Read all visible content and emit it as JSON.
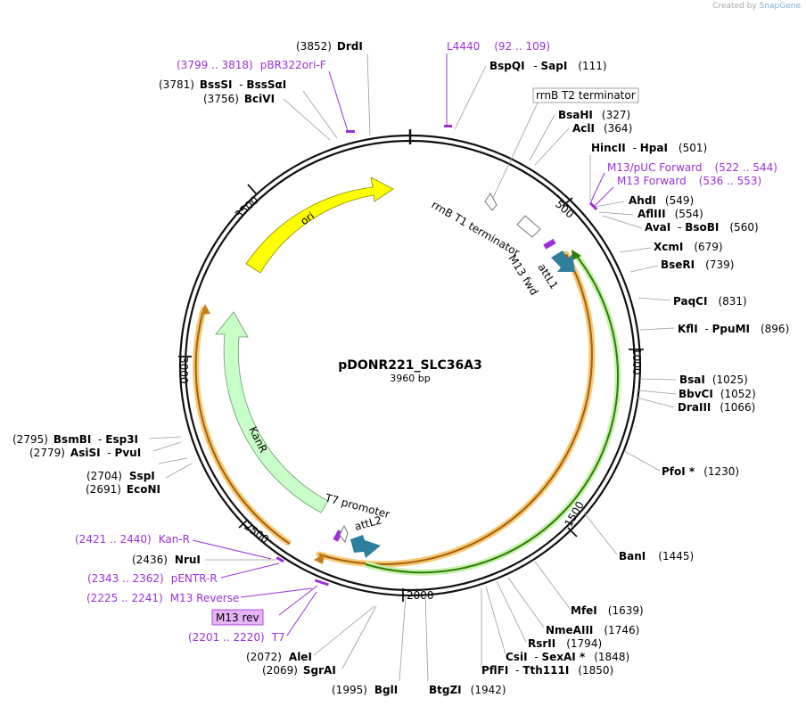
{
  "credit": {
    "created_by": "Created by",
    "brand": "SnapGene"
  },
  "plasmid": {
    "name": "pDONR221_SLC36A3",
    "size_label": "3960 bp",
    "length": 3960
  },
  "ticks": [
    "500",
    "1000",
    "1500",
    "2000",
    "2500",
    "3000",
    "3500"
  ],
  "enzymes": [
    {
      "name": "DrdI",
      "pos": "(3852)"
    },
    {
      "name": "BspQI",
      "pos": "(111)",
      "name2": "SapI"
    },
    {
      "name": "BssSI",
      "pos": "(3781)",
      "name2": "BssSαI"
    },
    {
      "name": "BciVI",
      "pos": "(3756)"
    },
    {
      "name": "BsaHI",
      "pos": "(327)"
    },
    {
      "name": "AclI",
      "pos": "(364)"
    },
    {
      "name": "HincII",
      "pos": "(501)",
      "name2": "HpaI"
    },
    {
      "name": "AhdI",
      "pos": "(549)"
    },
    {
      "name": "AflIII",
      "pos": "(554)"
    },
    {
      "name": "AvaI",
      "pos": "(560)",
      "name2": "BsoBI"
    },
    {
      "name": "XcmI",
      "pos": "(679)"
    },
    {
      "name": "BseRI",
      "pos": "(739)"
    },
    {
      "name": "PaqCI",
      "pos": "(831)"
    },
    {
      "name": "KflI",
      "pos": "(896)",
      "name2": "PpuMI"
    },
    {
      "name": "BsaI",
      "pos": "(1025)"
    },
    {
      "name": "BbvCI",
      "pos": "(1052)"
    },
    {
      "name": "DraIII",
      "pos": "(1066)"
    },
    {
      "name": "PfoI *",
      "pos": "(1230)"
    },
    {
      "name": "BanI",
      "pos": "(1445)"
    },
    {
      "name": "MfeI",
      "pos": "(1639)"
    },
    {
      "name": "NmeAIII",
      "pos": "(1746)"
    },
    {
      "name": "RsrII",
      "pos": "(1794)"
    },
    {
      "name": "CsiI",
      "pos": "(1848)",
      "name2": "SexAI *"
    },
    {
      "name": "PflFI",
      "pos": "(1850)",
      "name2": "Tth111I"
    },
    {
      "name": "BtgZI",
      "pos": "(1942)"
    },
    {
      "name": "BglI",
      "pos": "(1995)"
    },
    {
      "name": "SgrAI",
      "pos": "(2069)"
    },
    {
      "name": "AleI",
      "pos": "(2072)"
    },
    {
      "name": "EcoNI",
      "pos": "(2691)"
    },
    {
      "name": "SspI",
      "pos": "(2704)"
    },
    {
      "name": "AsiSI",
      "pos": "(2779)",
      "name2": "PvuI"
    },
    {
      "name": "BsmBI",
      "pos": "(2795)",
      "name2": "Esp3I"
    }
  ],
  "primers": [
    {
      "name": "L4440",
      "range": "(92 .. 109)"
    },
    {
      "name": "pBR322ori-F",
      "range": "(3799 .. 3818)"
    },
    {
      "name": "M13/pUC Forward",
      "range": "(522 .. 544)"
    },
    {
      "name": "M13 Forward",
      "range": "(536 .. 553)"
    },
    {
      "name": "Kan-R",
      "range": "(2421 .. 2440)"
    },
    {
      "name": "pENTR-R",
      "range": "(2343 .. 2362)"
    },
    {
      "name": "M13 Reverse",
      "range": "(2225 .. 2241)"
    },
    {
      "name": "M13 rev",
      "range": ""
    },
    {
      "name": "T7",
      "range": "(2201 .. 2220)"
    }
  ],
  "features": {
    "rrnb_t2": "rrnB T2 terminator",
    "rrnb_t1": "rrnB T1 terminator",
    "m13_fwd": "M13 fwd",
    "attl1": "attL1",
    "attl2": "attL2",
    "t7_promoter": "T7 promoter",
    "ori": "ori",
    "kanr": "KanR"
  },
  "colors": {
    "ori": "#ffff00",
    "kanr": "#c8ffc8",
    "att": "#2e7f9c",
    "primer": "#9b30d9",
    "orf_green": "#3a8a00",
    "orf_orange": "#c87d1a",
    "highlight_label": "#e6b3f5"
  }
}
